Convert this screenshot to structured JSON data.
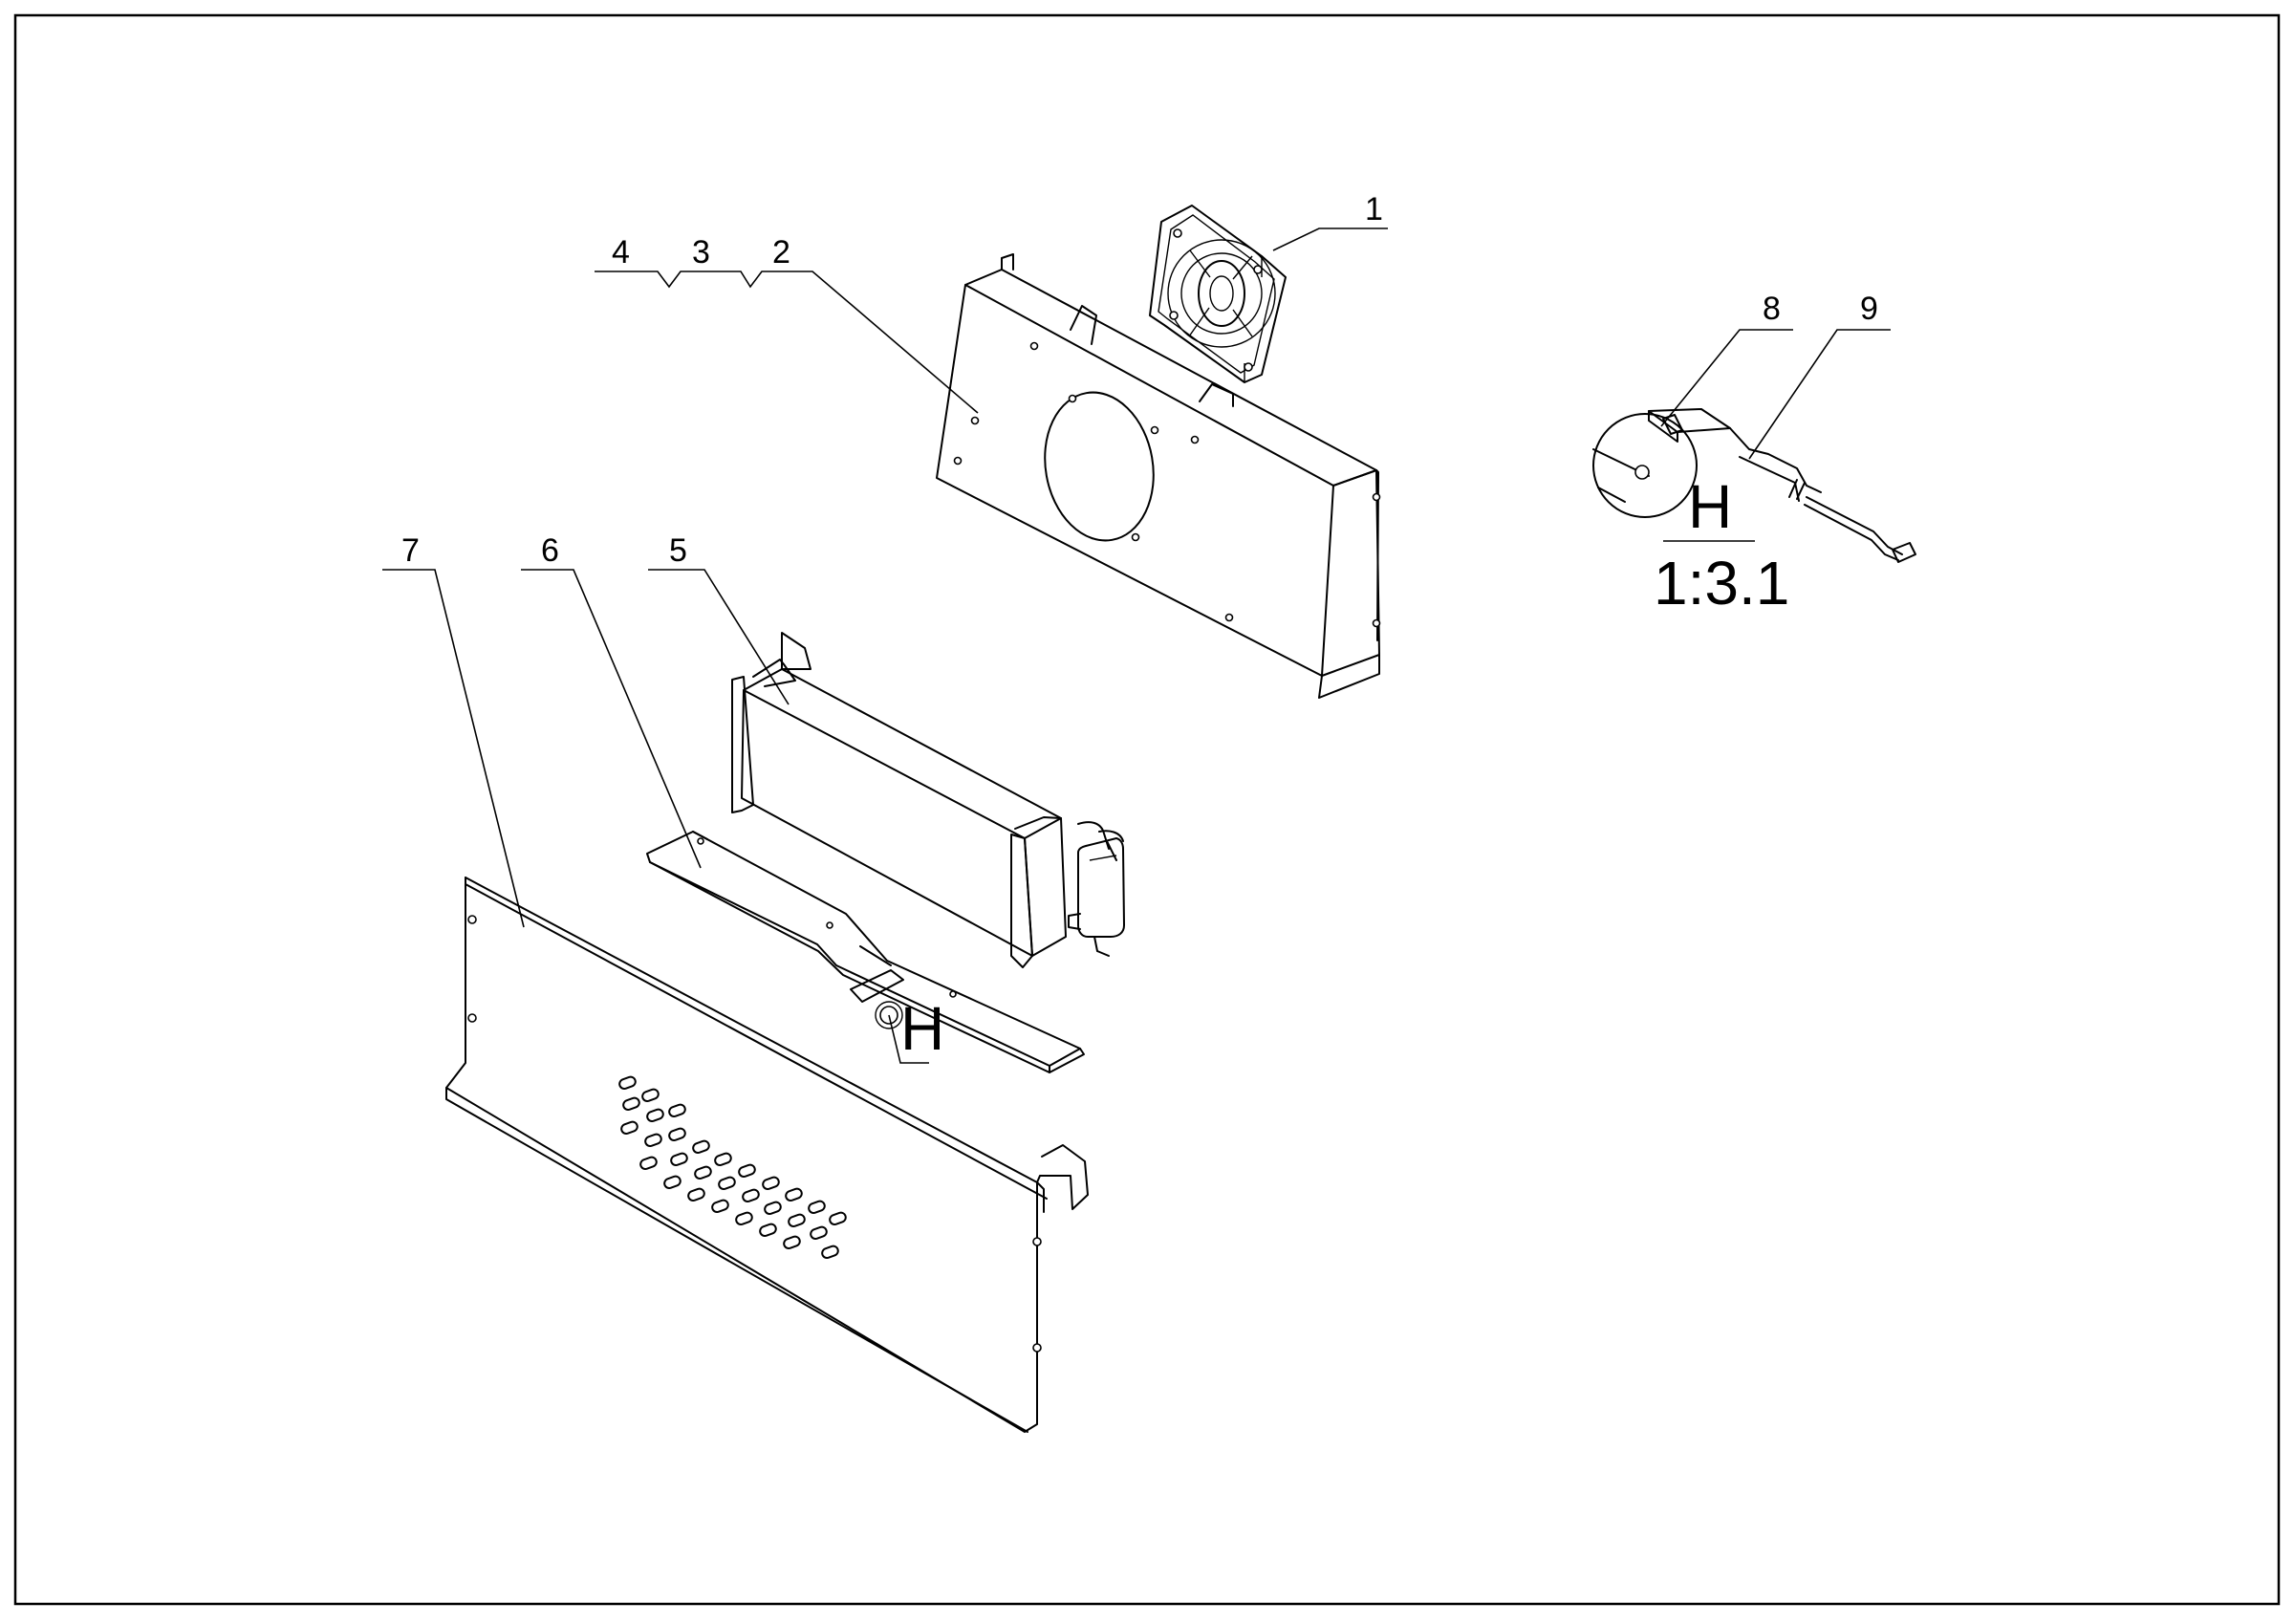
{
  "drawing": {
    "callouts": [
      "1",
      "2",
      "3",
      "4",
      "5",
      "6",
      "7",
      "8",
      "9"
    ],
    "detail_letter": "H",
    "detail_scale": "1:3.1"
  }
}
